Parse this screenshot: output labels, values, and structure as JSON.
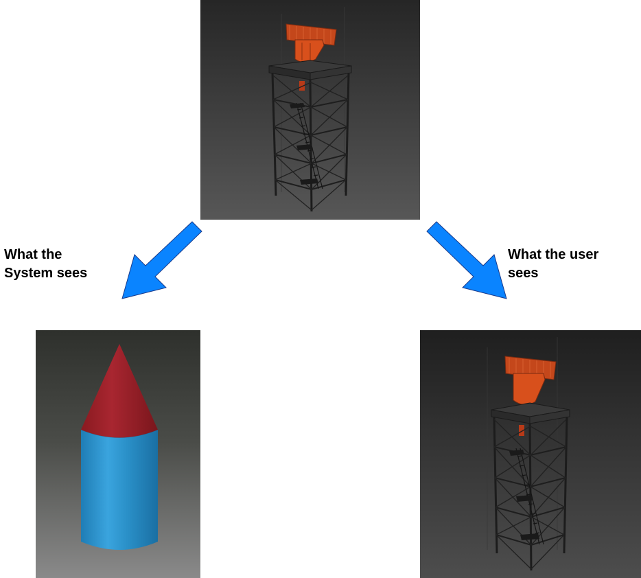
{
  "captions": {
    "system_line1": "What the",
    "system_line2": "System sees",
    "user_line1": "What the user",
    "user_line2": "sees"
  },
  "icons": {
    "arrow_left": "arrow-down-left-icon",
    "arrow_right": "arrow-down-right-icon",
    "tower": "radar-tower-icon",
    "cone_cylinder": "cone-cylinder-proxy-icon"
  },
  "colors": {
    "arrow_fill": "#0a84ff",
    "arrow_stroke": "#1a3a8a",
    "cone_red": "#a02028",
    "cylinder_blue": "#2a8fc8",
    "radar_orange": "#d8501c",
    "panel_dark": "#222222",
    "panel_mid": "#555555"
  }
}
